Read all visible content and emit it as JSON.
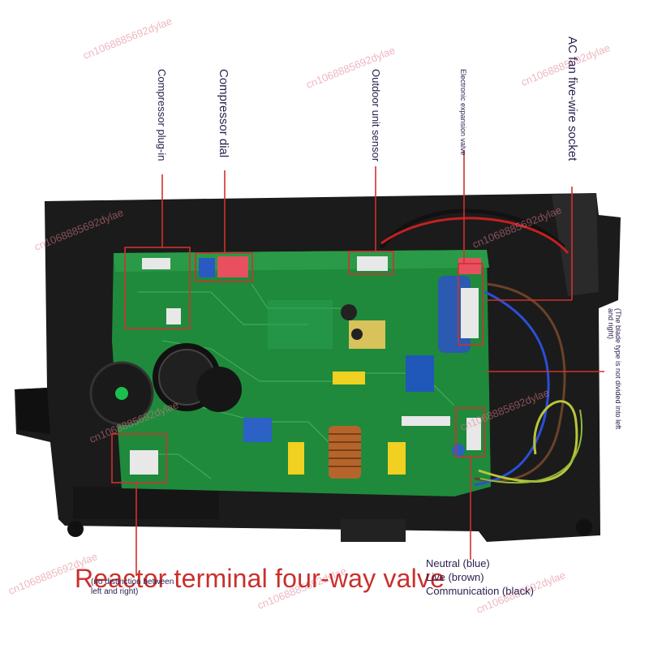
{
  "labels": {
    "compressor_plugin": "Compressor plug-in",
    "compressor_dial": "Compressor dial",
    "outdoor_sensor": "Outdoor unit sensor",
    "eev": "Electronic expansion valve",
    "ac_fan": "AC fan five-wire socket",
    "blade_type_note": "(The blade type is not divided into left and right)",
    "reactor_title": "Reactor terminal four-way valve",
    "no_distinction": "(no distinction between left and right)",
    "neutral": "Neutral (blue)",
    "live": "Live (brown)",
    "communication": "Communication (black)"
  },
  "watermark": "cn1068885692dylae",
  "colors": {
    "annotation_red": "#d0312d",
    "board_green": "#1f8a3c",
    "housing_black": "#1a1a1a"
  }
}
